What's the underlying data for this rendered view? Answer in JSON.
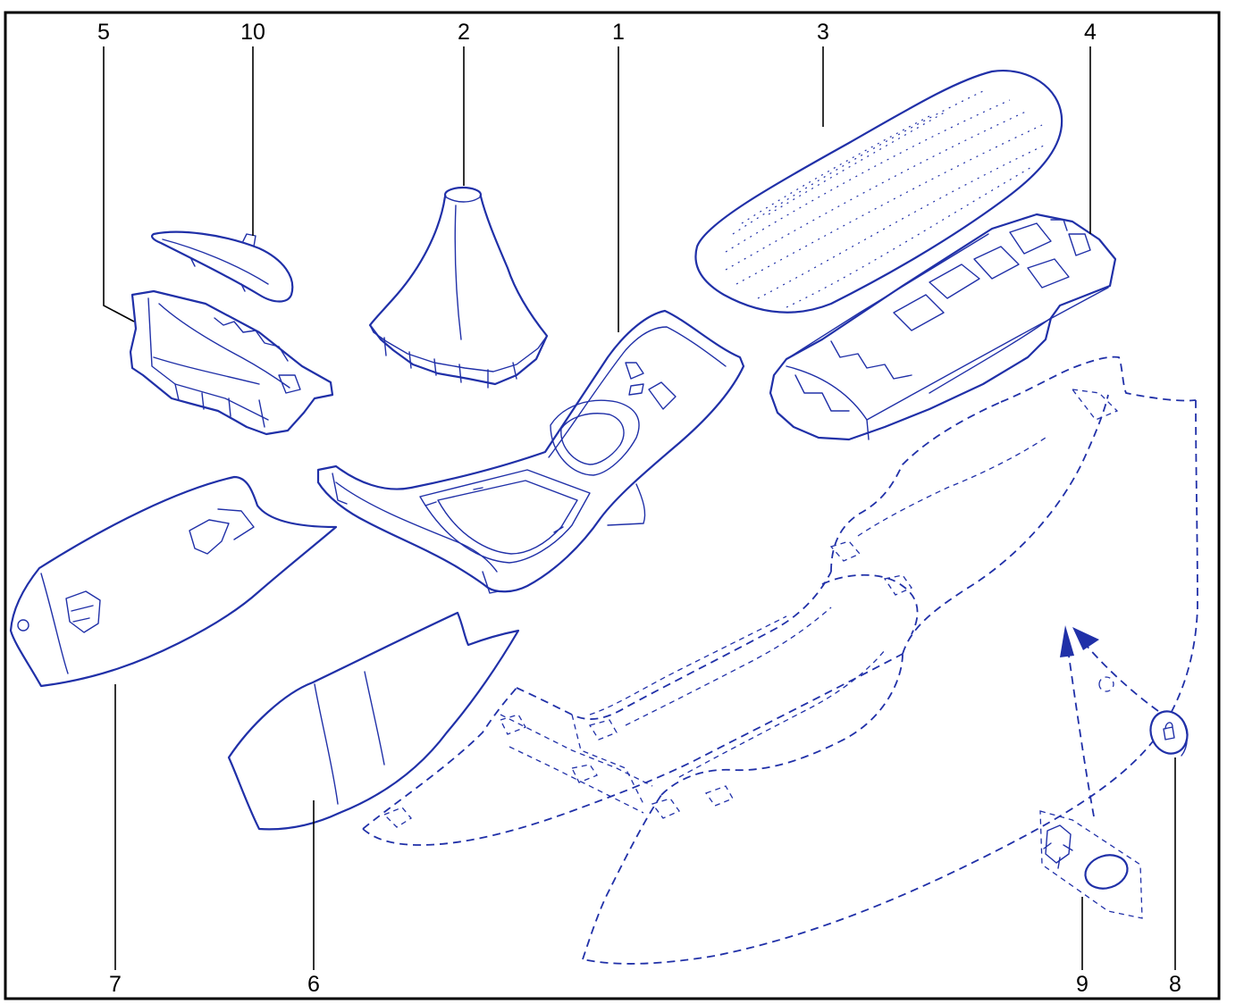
{
  "diagram": {
    "line_color": "#2030a8",
    "label_color": "#000000",
    "frame_color": "#000000",
    "callouts": [
      {
        "id": "c1",
        "label": "1",
        "part_name": "center-console-trim-panel"
      },
      {
        "id": "c2",
        "label": "2",
        "part_name": "gear-shift-boot"
      },
      {
        "id": "c3",
        "label": "3",
        "part_name": "armrest-cover"
      },
      {
        "id": "c4",
        "label": "4",
        "part_name": "armrest-storage-compartment"
      },
      {
        "id": "c5",
        "label": "5",
        "part_name": "front-cup-holder-bracket"
      },
      {
        "id": "c6",
        "label": "6",
        "part_name": "right-side-trim-panel"
      },
      {
        "id": "c7",
        "label": "7",
        "part_name": "left-side-trim-panel"
      },
      {
        "id": "c8",
        "label": "8",
        "part_name": "lock-plug-cap"
      },
      {
        "id": "c9",
        "label": "9",
        "part_name": "fastener-and-plug-kit"
      },
      {
        "id": "c10",
        "label": "10",
        "part_name": "upper-trim-strip"
      }
    ]
  }
}
